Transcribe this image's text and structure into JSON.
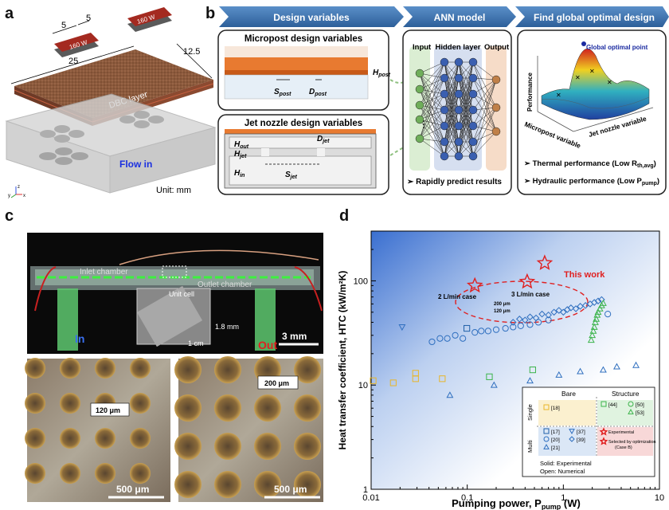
{
  "panels": {
    "a": "a",
    "b": "b",
    "c": "c",
    "d": "d"
  },
  "panel_a": {
    "dim_5a": "5",
    "dim_5b": "5",
    "heater_left": "160 W",
    "heater_right": "160 W",
    "dim_25": "25",
    "dim_12_5": "12.5",
    "dbc_label": "DBC layer",
    "flow_label": "Flow in",
    "unit_label": "Unit: mm",
    "axis_z": "z",
    "axis_y": "y",
    "axis_x": "x"
  },
  "panel_b": {
    "arrow_design": "Design variables",
    "arrow_ann": "ANN model",
    "arrow_opt": "Find global optimal design",
    "micropost_title": "Micropost design variables",
    "h_post": "H",
    "h_post_sub": "post",
    "s_post": "S",
    "s_post_sub": "post",
    "d_post": "D",
    "d_post_sub": "post",
    "jet_title": "Jet nozzle design variables",
    "h_out": "H",
    "h_out_sub": "out",
    "h_jet": "H",
    "h_jet_sub": "jet",
    "h_in": "H",
    "h_in_sub": "in",
    "d_jet": "D",
    "d_jet_sub": "jet",
    "s_jet": "S",
    "s_jet_sub": "jet",
    "ann_input": "Input",
    "ann_hidden": "Hidden layer",
    "ann_output": "Output",
    "ann_dots": "⋮",
    "ann_caption": "➢ Rapidly predict results",
    "global_label": "Global optimal point",
    "perf_axis": "Performance",
    "micro_axis": "Micropost variable",
    "jet_axis": "Jet nozzle variable",
    "bullet_thermal": "➢ Thermal performance (Low R",
    "bullet_thermal_sub": "th,avg",
    "bullet_thermal_end": ")",
    "bullet_hyd": "➢ Hydraulic performance (Low P",
    "bullet_hyd_sub": "pump",
    "bullet_hyd_end": ")"
  },
  "panel_c": {
    "inlet_chamber": "Inlet chamber",
    "outlet_chamber": "Outlet chamber",
    "unit_cell": "Unit cell",
    "dim_18": "1.8 mm",
    "dim_1cm": "1 cm",
    "scale_3mm": "3 mm",
    "in": "In",
    "out": "Out",
    "pitch_120": "120 μm",
    "pitch_200": "200 μm",
    "scale_500a": "500 μm",
    "scale_500b": "500 μm"
  },
  "chart_data": {
    "type": "scatter",
    "xlabel": "Pumping power, P",
    "xlabel_sub": "pump",
    "xlabel_unit": " (W)",
    "ylabel": "Heat transfer coefficient, HTC (kW/m²K)",
    "xscale": "log",
    "yscale": "log",
    "xlim": [
      0.01,
      10
    ],
    "ylim": [
      1,
      300
    ],
    "xticks": [
      {
        "v": 0.01,
        "label": "0.01"
      },
      {
        "v": 0.1,
        "label": "0.1"
      },
      {
        "v": 1,
        "label": "1"
      },
      {
        "v": 10,
        "label": "10"
      }
    ],
    "yticks": [
      {
        "v": 1,
        "label": "1"
      },
      {
        "v": 10,
        "label": "10"
      },
      {
        "v": 100,
        "label": "100"
      }
    ],
    "series": [
      {
        "name": "[18]",
        "marker": "square",
        "color": "#e8b62a",
        "fill": "none",
        "points": [
          [
            0.0105,
            11
          ],
          [
            0.017,
            10.5
          ],
          [
            0.029,
            11.5
          ],
          [
            0.029,
            13
          ],
          [
            0.055,
            11.5
          ]
        ]
      },
      {
        "name": "[44]",
        "marker": "square",
        "color": "#3cb44b",
        "fill": "none",
        "points": [
          [
            0.17,
            12
          ],
          [
            0.48,
            14
          ]
        ]
      },
      {
        "name": "[17]",
        "marker": "square",
        "color": "#1f5fa8",
        "fill": "none",
        "points": [
          [
            0.099,
            35
          ]
        ]
      },
      {
        "name": "[20]",
        "marker": "circle",
        "color": "#2f6fbf",
        "fill": "none",
        "points": [
          [
            0.043,
            26
          ],
          [
            0.052,
            28
          ],
          [
            0.062,
            28
          ],
          [
            0.075,
            30
          ],
          [
            0.09,
            28
          ],
          [
            0.12,
            32
          ],
          [
            0.14,
            33
          ],
          [
            0.165,
            33
          ],
          [
            0.2,
            34
          ],
          [
            0.25,
            35
          ],
          [
            0.3,
            36
          ],
          [
            0.36,
            37
          ],
          [
            0.45,
            38
          ],
          [
            0.55,
            40
          ],
          [
            0.7,
            42
          ],
          [
            2.9,
            48
          ]
        ]
      },
      {
        "name": "[37]",
        "marker": "triangle-down",
        "color": "#2f6fbf",
        "fill": "none",
        "points": [
          [
            0.021,
            36
          ]
        ]
      },
      {
        "name": "[21]",
        "marker": "triangle",
        "color": "#2f6fbf",
        "fill": "none",
        "points": [
          [
            0.066,
            8
          ],
          [
            0.19,
            10
          ],
          [
            0.45,
            11
          ],
          [
            0.9,
            12.5
          ],
          [
            1.5,
            13.5
          ],
          [
            2.6,
            14
          ],
          [
            3.6,
            15
          ],
          [
            5.7,
            15.5
          ]
        ]
      },
      {
        "name": "[39]",
        "marker": "diamond",
        "color": "#2f6fbf",
        "fill": "none",
        "points": [
          [
            0.3,
            40
          ],
          [
            0.35,
            43
          ],
          [
            0.4,
            42
          ],
          [
            0.45,
            45
          ],
          [
            0.52,
            44
          ],
          [
            0.6,
            48
          ],
          [
            0.7,
            47
          ],
          [
            0.8,
            50
          ],
          [
            0.9,
            52
          ],
          [
            1.0,
            50
          ],
          [
            1.1,
            53
          ],
          [
            1.2,
            55
          ],
          [
            1.35,
            54
          ],
          [
            1.5,
            57
          ],
          [
            1.7,
            58
          ],
          [
            1.9,
            60
          ],
          [
            2.1,
            62
          ],
          [
            2.3,
            64
          ],
          [
            2.5,
            66
          ]
        ]
      },
      {
        "name": "[53]",
        "marker": "triangle",
        "color": "#3cb44b",
        "fill": "none",
        "points": [
          [
            1.95,
            27
          ],
          [
            2.0,
            30
          ],
          [
            2.05,
            33
          ],
          [
            2.1,
            36
          ],
          [
            2.15,
            40
          ],
          [
            2.2,
            43
          ],
          [
            2.25,
            47
          ],
          [
            2.3,
            50
          ],
          [
            2.4,
            54
          ],
          [
            2.5,
            58
          ],
          [
            2.6,
            61
          ]
        ]
      },
      {
        "name": "Experimental",
        "marker": "star",
        "color": "#e02020",
        "fill": "none",
        "points": [
          [
            0.12,
            90
          ],
          [
            0.42,
            98
          ]
        ]
      },
      {
        "name": "Selected by optimization (Case B)",
        "marker": "star",
        "color": "#e02020",
        "fill": "none",
        "points": [
          [
            0.64,
            148
          ]
        ]
      }
    ],
    "annotations": {
      "this_work": "This work",
      "case2": "2 L/min case",
      "case3": "3 L/min case",
      "um200": "200 μm",
      "um120": "120 μm"
    },
    "legend": {
      "bare": "Bare",
      "structure": "Structure",
      "single": "Single",
      "multi": "Multi",
      "ref18": "[18]",
      "ref44": "[44]",
      "ref50": "[50]",
      "ref53": "[53]",
      "ref17": "[17]",
      "ref37": "[37]",
      "ref20": "[20]",
      "ref39": "[39]",
      "ref21": "[21]",
      "experimental": "Experimental",
      "selected": "Selected by optimization",
      "selected2": "(Case B)",
      "solid": "Solid: Experimental",
      "open": "Open: Numerical"
    }
  }
}
